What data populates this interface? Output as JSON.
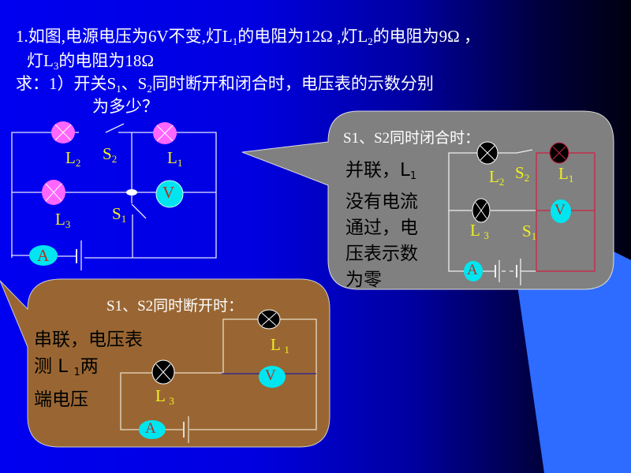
{
  "question": {
    "line1": [
      "1.如图,电源电压为6V不变,灯L",
      "1",
      "的电阻为12Ω ,灯L",
      "2",
      "的电阻为9Ω ，"
    ],
    "line2": [
      "灯L",
      "3",
      "的电阻为18Ω"
    ],
    "line3": [
      "求：1）开关S",
      "1",
      "、S",
      "2",
      "同时断开和闭合时，电压表的示数分别"
    ],
    "line4": "为多少？"
  },
  "circuit_main": {
    "L2": [
      "L",
      "2"
    ],
    "S2": [
      "S",
      "2"
    ],
    "L1": [
      "L",
      "1"
    ],
    "L3": [
      "L",
      "3"
    ],
    "S1": [
      "S",
      "1"
    ],
    "voltmeter": "V",
    "ammeter": "A"
  },
  "closed_callout": {
    "title": "S1、S2同时闭合时：",
    "text": [
      [
        "并联，L",
        "1"
      ],
      "没有电流",
      "通过，电",
      "压表示数",
      "为零"
    ],
    "L2": [
      "L",
      "2"
    ],
    "S2": [
      "S",
      "2"
    ],
    "L1": [
      "L",
      "1"
    ],
    "L3": [
      "L ",
      "3"
    ],
    "S1": [
      "S",
      "1"
    ],
    "voltmeter": "V",
    "ammeter": "A"
  },
  "open_callout": {
    "title": "S1、S2同时断开时：",
    "text": [
      "串联，电压表",
      [
        "测 L ",
        "1",
        "两"
      ],
      "端电压"
    ],
    "L1": [
      "L ",
      "1"
    ],
    "L3": [
      "L ",
      "3"
    ],
    "voltmeter": "V",
    "ammeter": "A"
  },
  "colors": {
    "lamp_pink": "#ff66ff",
    "meter": "#00e5f0",
    "label": "#f0f020",
    "gray_bubble": "#808080",
    "brown_bubble": "#996633",
    "red_wire": "#cc2244"
  }
}
